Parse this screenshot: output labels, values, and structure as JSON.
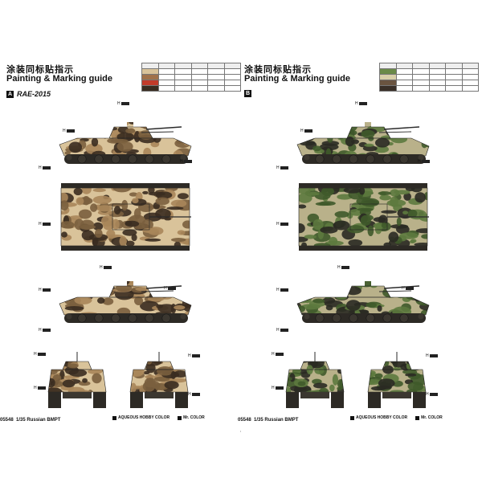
{
  "sheets": [
    {
      "title_cn": "涂装同标贴指示",
      "title_en": "Painting & Marking guide",
      "variant_letter": "A",
      "variant_name": "RAE-2015",
      "palette": {
        "base": "#d9c39a",
        "c1": "#a8865a",
        "c2": "#7a5f3e",
        "c3": "#3a2c20"
      },
      "color_rows": [
        "#d9c39a",
        "#a0714a",
        "#c23b2a",
        "#3a2c20"
      ]
    },
    {
      "title_cn": "涂装同标贴指示",
      "title_en": "Painting & Marking guide",
      "variant_letter": "B",
      "variant_name": "",
      "palette": {
        "base": "#b9b18a",
        "c1": "#5d7a3e",
        "c2": "#3f5a2a",
        "c3": "#2a2a22"
      },
      "color_rows": [
        "#6a8a48",
        "#d8cfa8",
        "#6a5440",
        "#3a3028"
      ]
    }
  ],
  "footer": {
    "code": "05548",
    "scale": "1/35 Russian BMPT",
    "brand1": "AQUEOUS HOBBY COLOR",
    "brand2": "Mr. COLOR"
  }
}
